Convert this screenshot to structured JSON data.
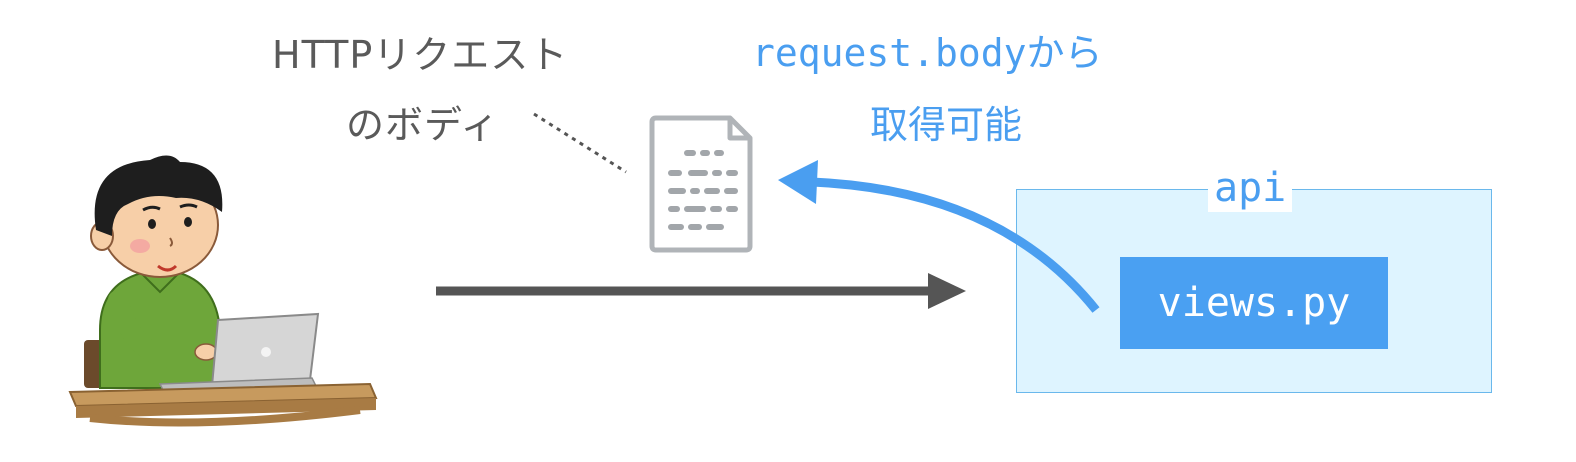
{
  "labels": {
    "http_body_line1": "HTTPリクエスト",
    "http_body_line2": "のボディ",
    "access_code": "request.body",
    "access_line1_suffix": "から",
    "access_line2": "取得可能",
    "api_label": "api",
    "views_label": "views.py"
  },
  "icons": {
    "user": "person-with-laptop-icon",
    "document": "document-icon"
  },
  "colors": {
    "accent_blue": "#4a9ef0",
    "api_fill": "#def4ff",
    "arrow_dark": "#555555",
    "label_gray": "#5a5a5a"
  }
}
